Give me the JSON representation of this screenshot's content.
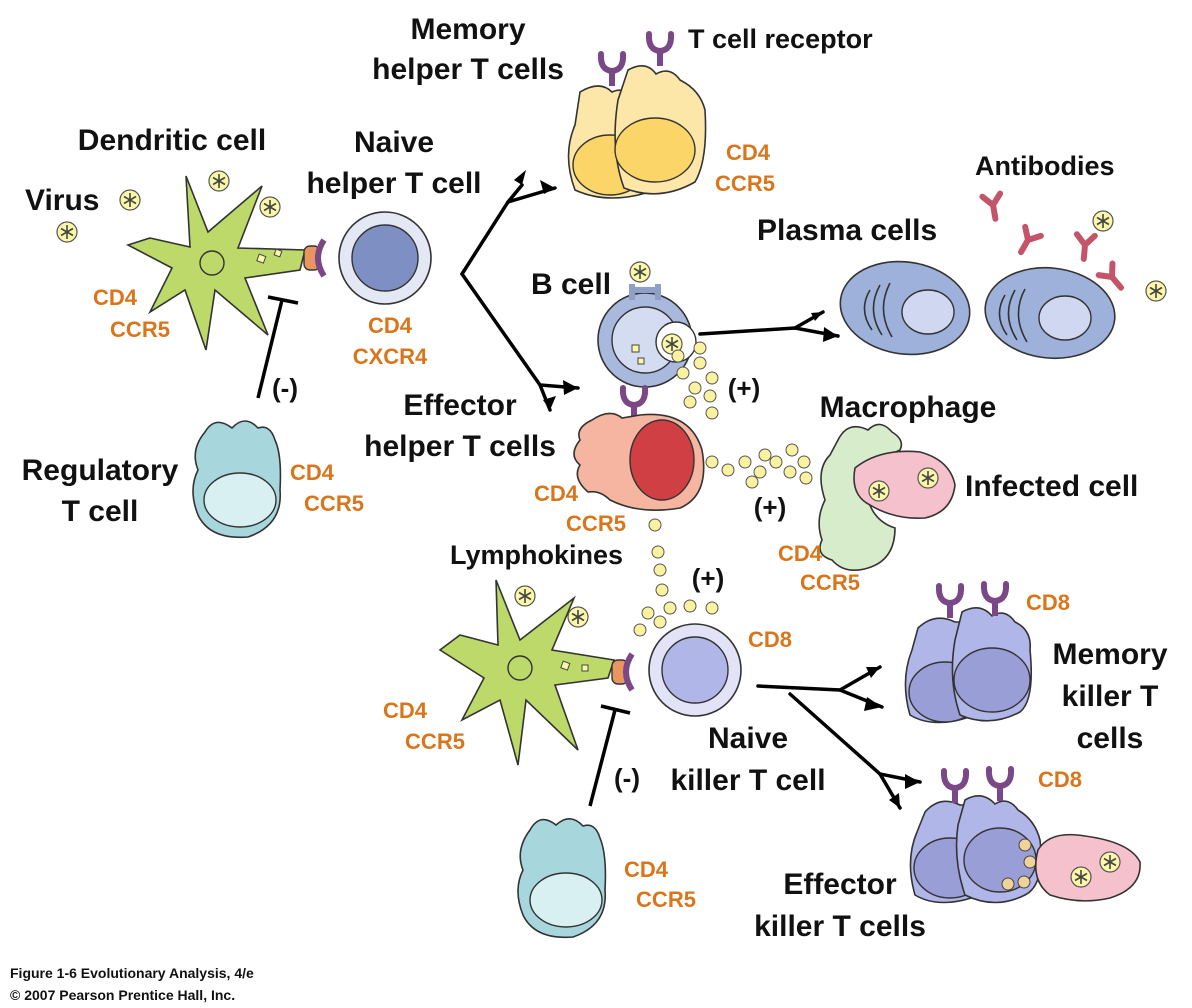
{
  "labels": {
    "memory_helper": [
      "Memory",
      "helper T cells"
    ],
    "t_cell_receptor": "T cell receptor",
    "dendritic_cell": "Dendritic cell",
    "naive_helper": [
      "Naive",
      "helper T cell"
    ],
    "virus": "Virus",
    "antibodies": "Antibodies",
    "plasma_cells": "Plasma cells",
    "b_cell": "B cell",
    "effector_helper": [
      "Effector",
      "helper T cells"
    ],
    "macrophage": "Macrophage",
    "regulatory": [
      "Regulatory",
      "T cell"
    ],
    "infected_cell": "Infected cell",
    "lymphokines": "Lymphokines",
    "memory_killer": [
      "Memory",
      "killer T",
      "cells"
    ],
    "naive_killer": [
      "Naive",
      "killer T cell"
    ],
    "effector_killer": [
      "Effector",
      "killer T cells"
    ]
  },
  "markers": {
    "dendritic_top": [
      "CD4",
      "CCR5"
    ],
    "naive_helper": [
      "CD4",
      "CXCR4"
    ],
    "memory_helper": [
      "CD4",
      "CCR5"
    ],
    "regulatory_top": [
      "CD4",
      "CCR5"
    ],
    "effector_helper": [
      "CD4",
      "CCR5"
    ],
    "macrophage": [
      "CD4",
      "CCR5"
    ],
    "naive_killer": "CD8",
    "memory_killer": "CD8",
    "effector_killer": "CD8",
    "dendritic_bottom": [
      "CD4",
      "CCR5"
    ],
    "regulatory_bottom": [
      "CD4",
      "CCR5"
    ]
  },
  "signs": {
    "plus": "(+)",
    "minus": "(-)"
  },
  "caption": {
    "line1": "Figure 1-6  Evolutionary Analysis, 4/e",
    "line2": "© 2007 Pearson Prentice Hall, Inc."
  },
  "colors": {
    "dendritic": "#bcd96a",
    "naive_helper": "#7e8fc4",
    "memory_helper": "#fde7a8",
    "b_cell": "#a9b9de",
    "plasma": "#9eb1da",
    "effector_helper": "#f6b5a0",
    "effector_nucleus": "#cf3f43",
    "macrophage": "#d7ecca",
    "infected": "#f5c1cc",
    "regulatory": "#a7d6dd",
    "killer": "#b0b7e8",
    "killer_nucleus": "#9a9ed6",
    "receptor": "#7a4886",
    "antibody": "#c4546a",
    "virus": "#fbf7a8",
    "lymphokine": "#fbf2a0",
    "marker_text": "#d9761c"
  }
}
